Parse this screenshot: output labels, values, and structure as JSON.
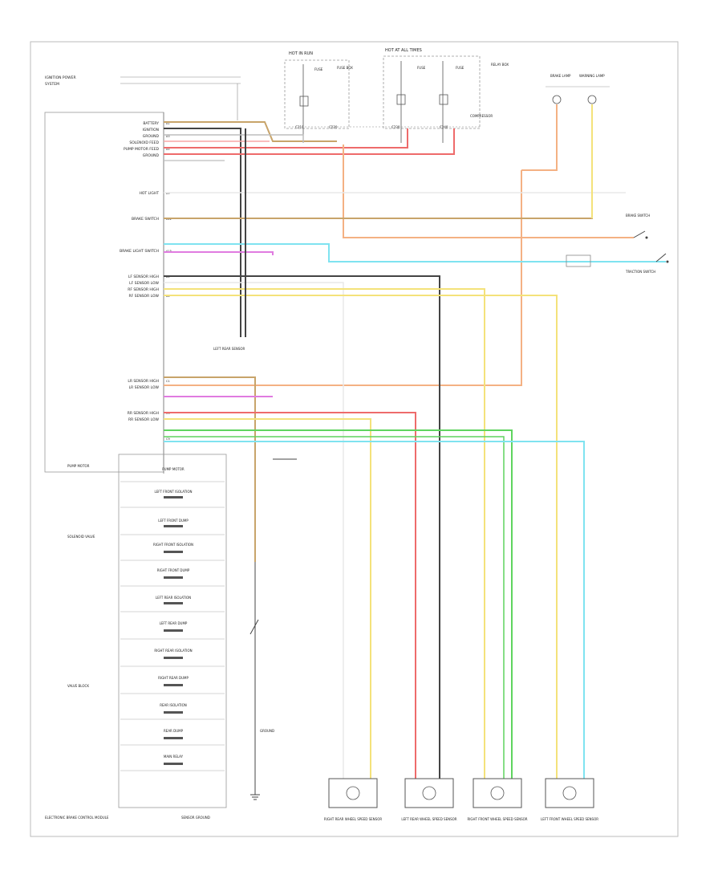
{
  "top_labels": {
    "hot_run": "HOT IN RUN",
    "hot_at_all_times": "HOT AT ALL TIMES",
    "fuse_1": "FUSE",
    "fuse_2": "FUSE",
    "fuse_3": "FUSE",
    "fuse_box": "FUSE BOX",
    "relay_box": "RELAY BOX",
    "compressor_note": "COMPRESSOR",
    "conn_1": "C210",
    "conn_2": "C220",
    "conn_3": "C230",
    "conn_4": "C240"
  },
  "power_inputs": [
    "IGNITION POWER",
    "SYSTEM"
  ],
  "module_pins": [
    "BATTERY",
    "IGNITION",
    "GROUND",
    "SOLENOID FEED",
    "PUMP MOTOR FEED",
    "GROUND",
    "HOT LIGHT",
    "BRAKE SWITCH",
    "BRAKE LIGHT SWITCH",
    "LF SENSOR HIGH",
    "LF SENSOR LOW",
    "RF SENSOR HIGH",
    "RF SENSOR LOW",
    "LR SENSOR HIGH",
    "LR SENSOR LOW",
    "RR SENSOR HIGH",
    "RR SENSOR LOW"
  ],
  "module_blocks": [
    "PUMP MOTOR",
    "LEFT FRONT ISOLATION",
    "LEFT FRONT DUMP",
    "RIGHT FRONT ISOLATION",
    "RIGHT FRONT DUMP",
    "LEFT REAR ISOLATION",
    "LEFT REAR DUMP",
    "RIGHT REAR ISOLATION",
    "RIGHT REAR DUMP",
    "REAR ISOLATION",
    "REAR DUMP",
    "MAIN RELAY"
  ],
  "side_labels": {
    "pump_module": "PUMP MOTOR",
    "solenoid_valve": "SOLENOID VALVE",
    "valve_block": "VALVE BLOCK",
    "module_footer": "ELECTRONIC BRAKE CONTROL MODULE",
    "ground_label": "GROUND",
    "sensor_module": "LEFT REAR SENSOR",
    "sensor_ground": "SENSOR GROUND"
  },
  "right_labels": {
    "brake_lamp": "BRAKE LAMP",
    "warning_lamp": "WARNING LAMP",
    "brake_switch": "BRAKE SWITCH",
    "traction_switch": "TRACTION SWITCH"
  },
  "sensors": [
    {
      "name": "RIGHT REAR WHEEL SPEED SENSOR"
    },
    {
      "name": "LEFT REAR WHEEL SPEED SENSOR"
    },
    {
      "name": "RIGHT FRONT WHEEL SPEED SENSOR"
    },
    {
      "name": "LEFT FRONT WHEEL SPEED SENSOR"
    }
  ],
  "colors": {
    "orange": "#f4b183",
    "tan": "#c8a46a",
    "red": "#ee6b6b",
    "pink": "#f7a6a6",
    "cyan": "#7fe3f0",
    "magenta": "#e07be0",
    "yellow": "#f4e27a",
    "green": "#5fd45f",
    "dark": "#444444",
    "gray": "#bdbdbd",
    "brown": "#b08050"
  }
}
